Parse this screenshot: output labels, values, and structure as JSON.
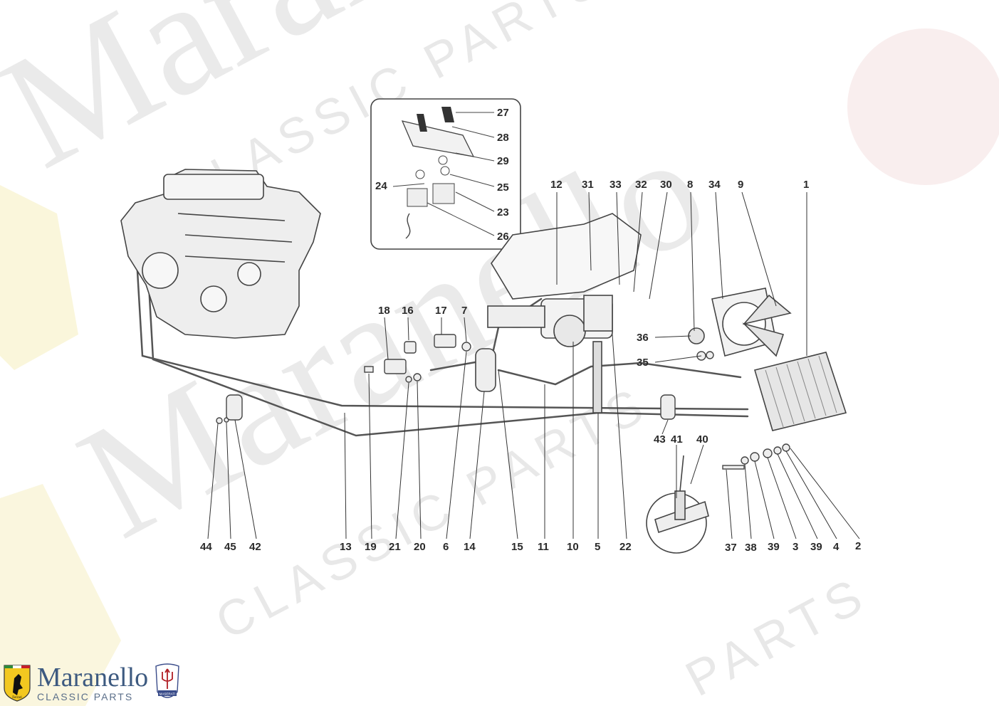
{
  "watermark": {
    "brand": "Maranello",
    "sub": "CLASSIC PARTS",
    "parts": "PARTS"
  },
  "logo": {
    "name": "Maranello",
    "sub": "CLASSIC PARTS",
    "ferrari_badge": "Ferrari",
    "maserati_badge": "MASERATI",
    "icons": [
      "ferrari-shield-icon",
      "maserati-trident-icon"
    ]
  },
  "inset_labels": [
    "27",
    "28",
    "29",
    "24",
    "25",
    "23",
    "26"
  ],
  "top_labels": [
    "12",
    "31",
    "33",
    "32",
    "30",
    "8",
    "34",
    "9",
    "1"
  ],
  "mid_labels": [
    "18",
    "16",
    "17",
    "7",
    "36",
    "35",
    "43",
    "41",
    "40"
  ],
  "bottom_labels": [
    "44",
    "45",
    "42",
    "13",
    "19",
    "21",
    "20",
    "6",
    "14",
    "15",
    "11",
    "10",
    "5",
    "22",
    "37",
    "38",
    "39",
    "3",
    "39",
    "4",
    "2"
  ],
  "colors": {
    "line": "#555555",
    "label": "#2a2a2a",
    "watermark": "#d9d9d9",
    "brand": "#3d5a80"
  }
}
